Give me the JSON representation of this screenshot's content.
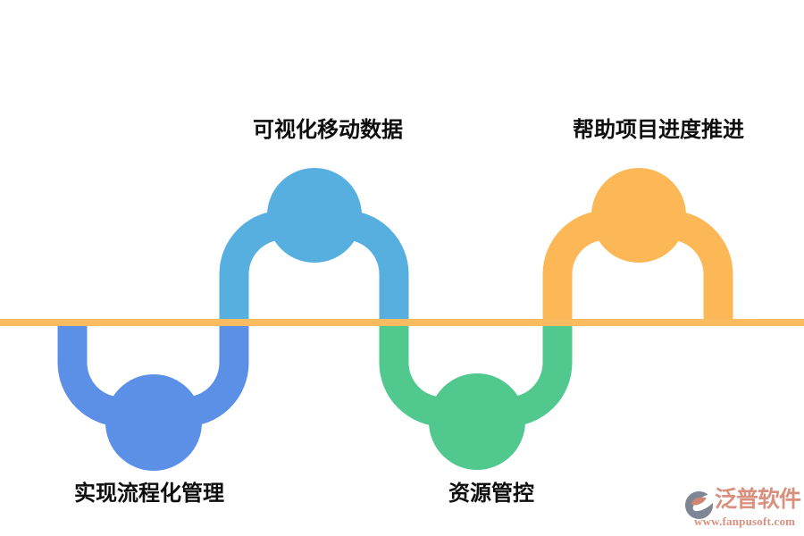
{
  "diagram": {
    "title_hint": "process-wave-infographic",
    "baseline_color": "#FBBB60",
    "label_color": "#0E0E0E",
    "nodes": [
      {
        "label": "实现流程化管理",
        "color": "#5B90E6",
        "position": "below-line",
        "order": 1
      },
      {
        "label": "可视化移动数据",
        "color": "#57AFE0",
        "position": "above-line",
        "order": 2
      },
      {
        "label": "资源管控",
        "color": "#50C88E",
        "position": "below-line",
        "order": 3
      },
      {
        "label": "帮助项目进度推进",
        "color": "#FCB857",
        "position": "above-line",
        "order": 4
      }
    ]
  },
  "watermark": {
    "brand": "泛普软件",
    "url": "www.fanpusoft.com",
    "text_color": "#D9907F",
    "mark_gray": "#7E8696",
    "mark_salmon": "#CE8672"
  }
}
